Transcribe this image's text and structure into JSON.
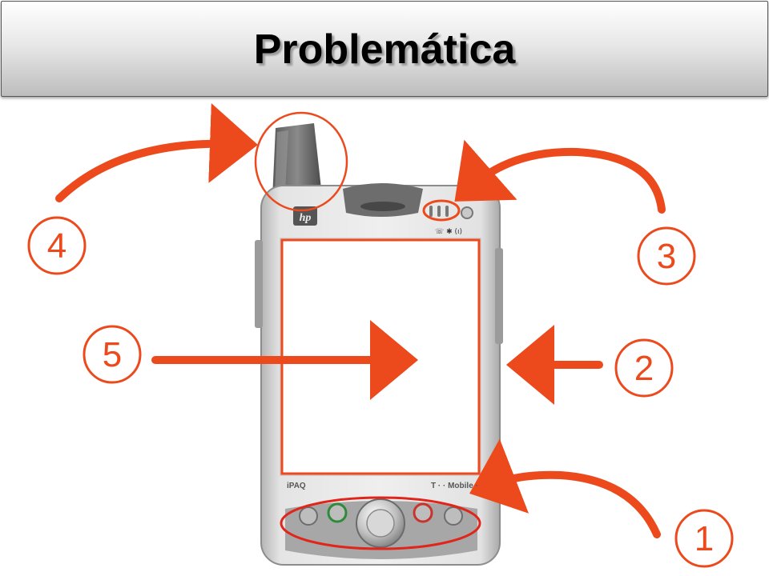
{
  "slide": {
    "title": "Problemática"
  },
  "device": {
    "model_label": "iPAQ",
    "carrier_label": "T · · Mobile ·"
  },
  "callouts": [
    {
      "number": "1"
    },
    {
      "number": "2"
    },
    {
      "number": "3"
    },
    {
      "number": "4"
    },
    {
      "number": "5"
    }
  ],
  "colors": {
    "accent": "#ec4a1c",
    "device_body": "#d9d9d9",
    "title_text": "#000000"
  }
}
